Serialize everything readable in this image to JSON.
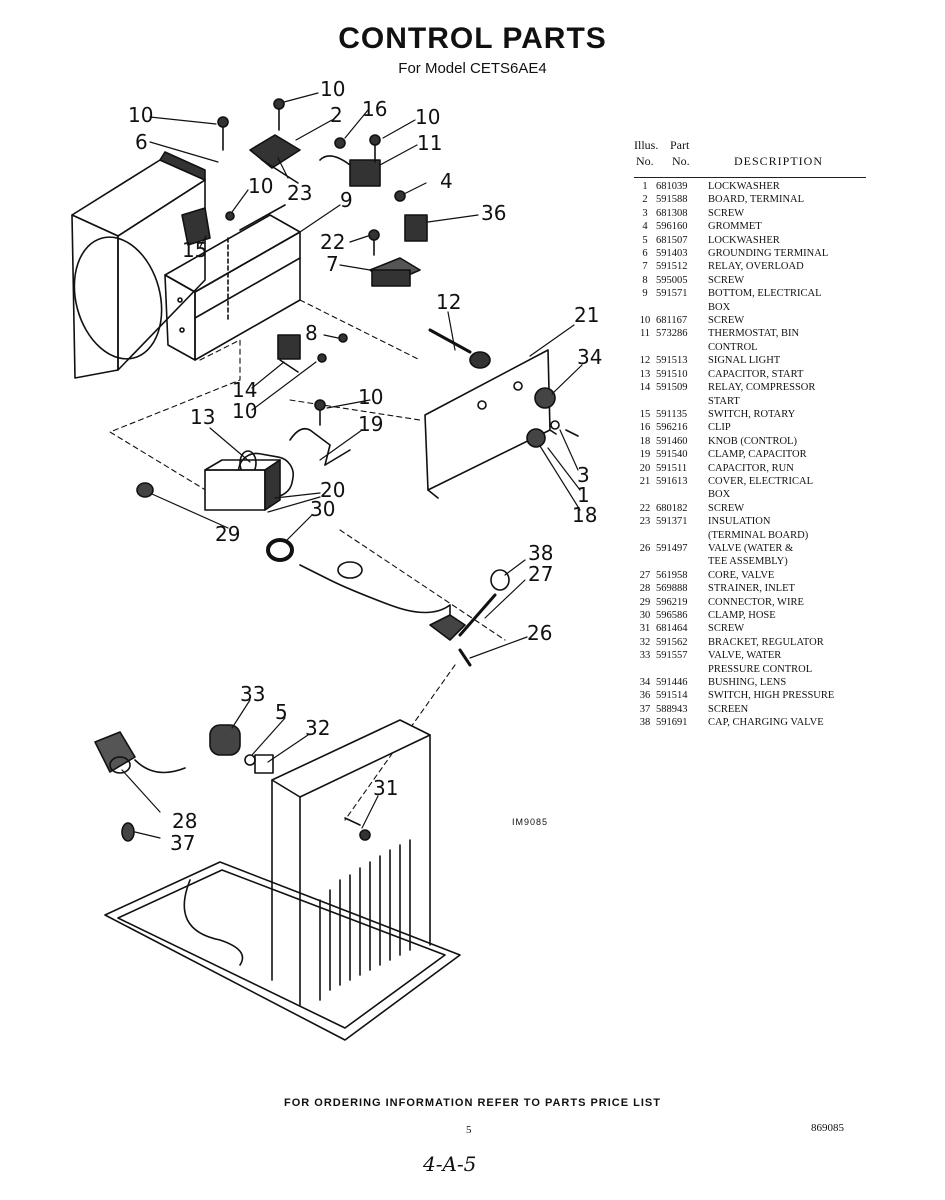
{
  "header": {
    "title": "CONTROL PARTS",
    "subtitle": "For Model CETS6AE4"
  },
  "legend": {
    "col1_top": "Illus.",
    "col2_top": "Part",
    "col1_bottom": "No.",
    "col2_bottom": "No.",
    "col3": "DESCRIPTION"
  },
  "parts": [
    {
      "no": "1",
      "part": "681039",
      "desc": "LOCKWASHER"
    },
    {
      "no": "2",
      "part": "591588",
      "desc": "BOARD, TERMINAL"
    },
    {
      "no": "3",
      "part": "681308",
      "desc": "SCREW"
    },
    {
      "no": "4",
      "part": "596160",
      "desc": "GROMMET"
    },
    {
      "no": "5",
      "part": "681507",
      "desc": "LOCKWASHER"
    },
    {
      "no": "6",
      "part": "591403",
      "desc": "GROUNDING TERMINAL"
    },
    {
      "no": "7",
      "part": "591512",
      "desc": "RELAY, OVERLOAD"
    },
    {
      "no": "8",
      "part": "595005",
      "desc": "SCREW"
    },
    {
      "no": "9",
      "part": "591571",
      "desc": "BOTTOM, ELECTRICAL",
      "desc2": "BOX"
    },
    {
      "no": "10",
      "part": "681167",
      "desc": "SCREW"
    },
    {
      "no": "11",
      "part": "573286",
      "desc": "THERMOSTAT, BIN",
      "desc2": "CONTROL"
    },
    {
      "no": "12",
      "part": "591513",
      "desc": "SIGNAL LIGHT"
    },
    {
      "no": "13",
      "part": "591510",
      "desc": "CAPACITOR, START"
    },
    {
      "no": "14",
      "part": "591509",
      "desc": "RELAY, COMPRESSOR",
      "desc2": "START"
    },
    {
      "no": "15",
      "part": "591135",
      "desc": "SWITCH, ROTARY"
    },
    {
      "no": "16",
      "part": "596216",
      "desc": "CLIP"
    },
    {
      "no": "18",
      "part": "591460",
      "desc": "KNOB (CONTROL)"
    },
    {
      "no": "19",
      "part": "591540",
      "desc": "CLAMP, CAPACITOR"
    },
    {
      "no": "20",
      "part": "591511",
      "desc": "CAPACITOR, RUN"
    },
    {
      "no": "21",
      "part": "591613",
      "desc": "COVER, ELECTRICAL",
      "desc2": "BOX"
    },
    {
      "no": "22",
      "part": "680182",
      "desc": "SCREW"
    },
    {
      "no": "23",
      "part": "591371",
      "desc": "INSULATION",
      "desc2": "(TERMINAL BOARD)"
    },
    {
      "no": "26",
      "part": "591497",
      "desc": "VALVE (WATER &",
      "desc2": "TEE ASSEMBLY)"
    },
    {
      "no": "27",
      "part": "561958",
      "desc": "CORE, VALVE"
    },
    {
      "no": "28",
      "part": "569888",
      "desc": "STRAINER, INLET"
    },
    {
      "no": "29",
      "part": "596219",
      "desc": "CONNECTOR, WIRE"
    },
    {
      "no": "30",
      "part": "596586",
      "desc": "CLAMP, HOSE"
    },
    {
      "no": "31",
      "part": "681464",
      "desc": "SCREW"
    },
    {
      "no": "32",
      "part": "591562",
      "desc": "BRACKET, REGULATOR"
    },
    {
      "no": "33",
      "part": "591557",
      "desc": "VALVE, WATER",
      "desc2": "PRESSURE CONTROL"
    },
    {
      "no": "34",
      "part": "591446",
      "desc": "BUSHING, LENS"
    },
    {
      "no": "36",
      "part": "591514",
      "desc": "SWITCH, HIGH PRESSURE"
    },
    {
      "no": "37",
      "part": "588943",
      "desc": "SCREEN"
    },
    {
      "no": "38",
      "part": "591691",
      "desc": "CAP, CHARGING VALVE"
    }
  ],
  "callouts": {
    "c10a": "10",
    "c10b": "10",
    "c10c": "10",
    "c10d": "10",
    "c10e": "10",
    "c10f": "10",
    "c2": "2",
    "c16": "16",
    "c6": "6",
    "c11": "11",
    "c23": "23",
    "c9": "9",
    "c4": "4",
    "c15": "15",
    "c36": "36",
    "c22": "22",
    "c7": "7",
    "c12": "12",
    "c21": "21",
    "c8": "8",
    "c34": "34",
    "c14": "14",
    "c13": "13",
    "c19": "19",
    "c3": "3",
    "c20": "20",
    "c1": "1",
    "c18": "18",
    "c29": "29",
    "c30": "30",
    "c38": "38",
    "c27": "27",
    "c26": "26",
    "c33": "33",
    "c5": "5",
    "c32": "32",
    "c31": "31",
    "c28": "28",
    "c37": "37"
  },
  "diagram_code": "IM9085",
  "footer": {
    "ordering": "FOR ORDERING INFORMATION REFER TO PARTS PRICE LIST",
    "page": "5",
    "code": "869085",
    "handwritten": "4-A-5"
  }
}
